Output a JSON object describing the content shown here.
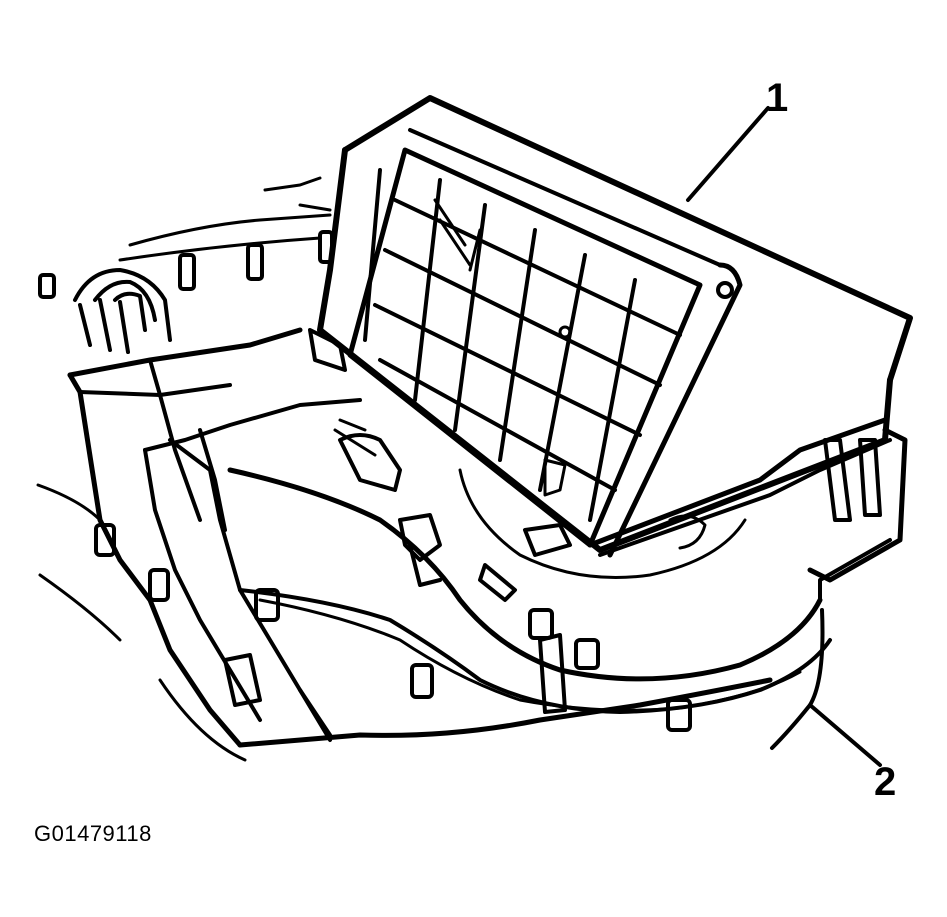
{
  "diagram": {
    "callouts": [
      {
        "id": "1"
      },
      {
        "id": "2"
      }
    ],
    "figure_id": "G01479118",
    "colors": {
      "ink": "#000000",
      "paper": "#ffffff"
    }
  }
}
